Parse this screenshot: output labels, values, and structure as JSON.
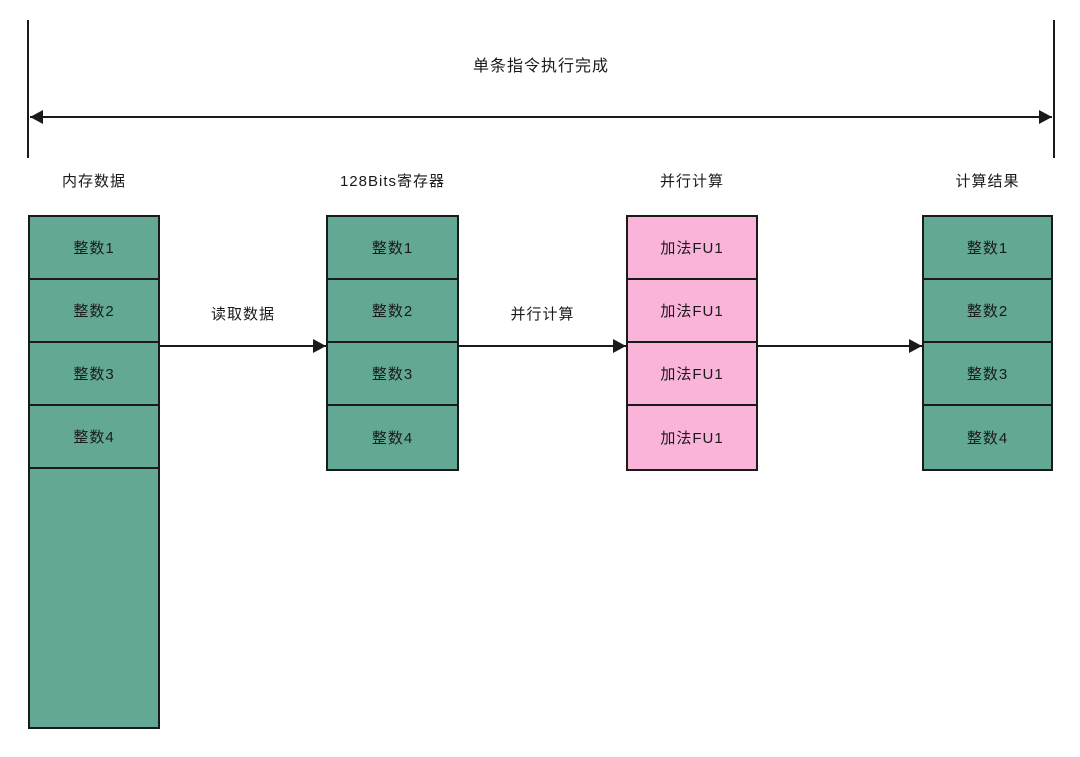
{
  "diagram": {
    "top_ruler": {
      "label": "单条指令执行完成"
    },
    "columns": [
      {
        "title": "内存数据",
        "cells": [
          "整数1",
          "整数2",
          "整数3",
          "整数4"
        ],
        "overflow_cell": "",
        "fill": "#62A894"
      },
      {
        "title": "128Bits寄存器",
        "cells": [
          "整数1",
          "整数2",
          "整数3",
          "整数4"
        ],
        "fill": "#62A894"
      },
      {
        "title": "并行计算",
        "cells": [
          "加法FU1",
          "加法FU1",
          "加法FU1",
          "加法FU1"
        ],
        "fill": "#FBB4D9"
      },
      {
        "title": "计算结果",
        "cells": [
          "整数1",
          "整数2",
          "整数3",
          "整数4"
        ],
        "fill": "#62A894"
      }
    ],
    "arrows": [
      {
        "label": "读取数据"
      },
      {
        "label": "并行计算"
      },
      {
        "label": ""
      }
    ],
    "colors": {
      "teal": "#62A894",
      "pink": "#FBB4D9",
      "line": "#1A1A1A",
      "background": "#FFFFFF"
    }
  }
}
